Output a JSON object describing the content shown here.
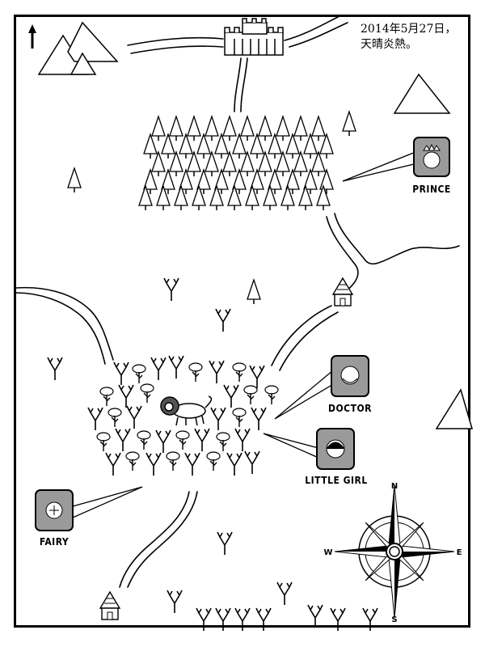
{
  "caption": {
    "line1": "2014年5月27日，",
    "line2": "天晴炎熱。"
  },
  "characters": [
    {
      "id": "prince",
      "label": "PRINCE",
      "icon": "prince-crowned-head-icon"
    },
    {
      "id": "doctor",
      "label": "DOCTOR",
      "icon": "doctor-bearded-head-icon"
    },
    {
      "id": "little-girl",
      "label": "LITTLE GIRL",
      "icon": "girl-head-icon"
    },
    {
      "id": "fairy",
      "label": "FAIRY",
      "icon": "fairy-sparkle-icon"
    }
  ],
  "compass": {
    "n": "N",
    "s": "S",
    "e": "E",
    "w": "W"
  },
  "colors": {
    "ink": "#000000",
    "icon_box": "#9a9a9a",
    "paper": "#ffffff"
  }
}
